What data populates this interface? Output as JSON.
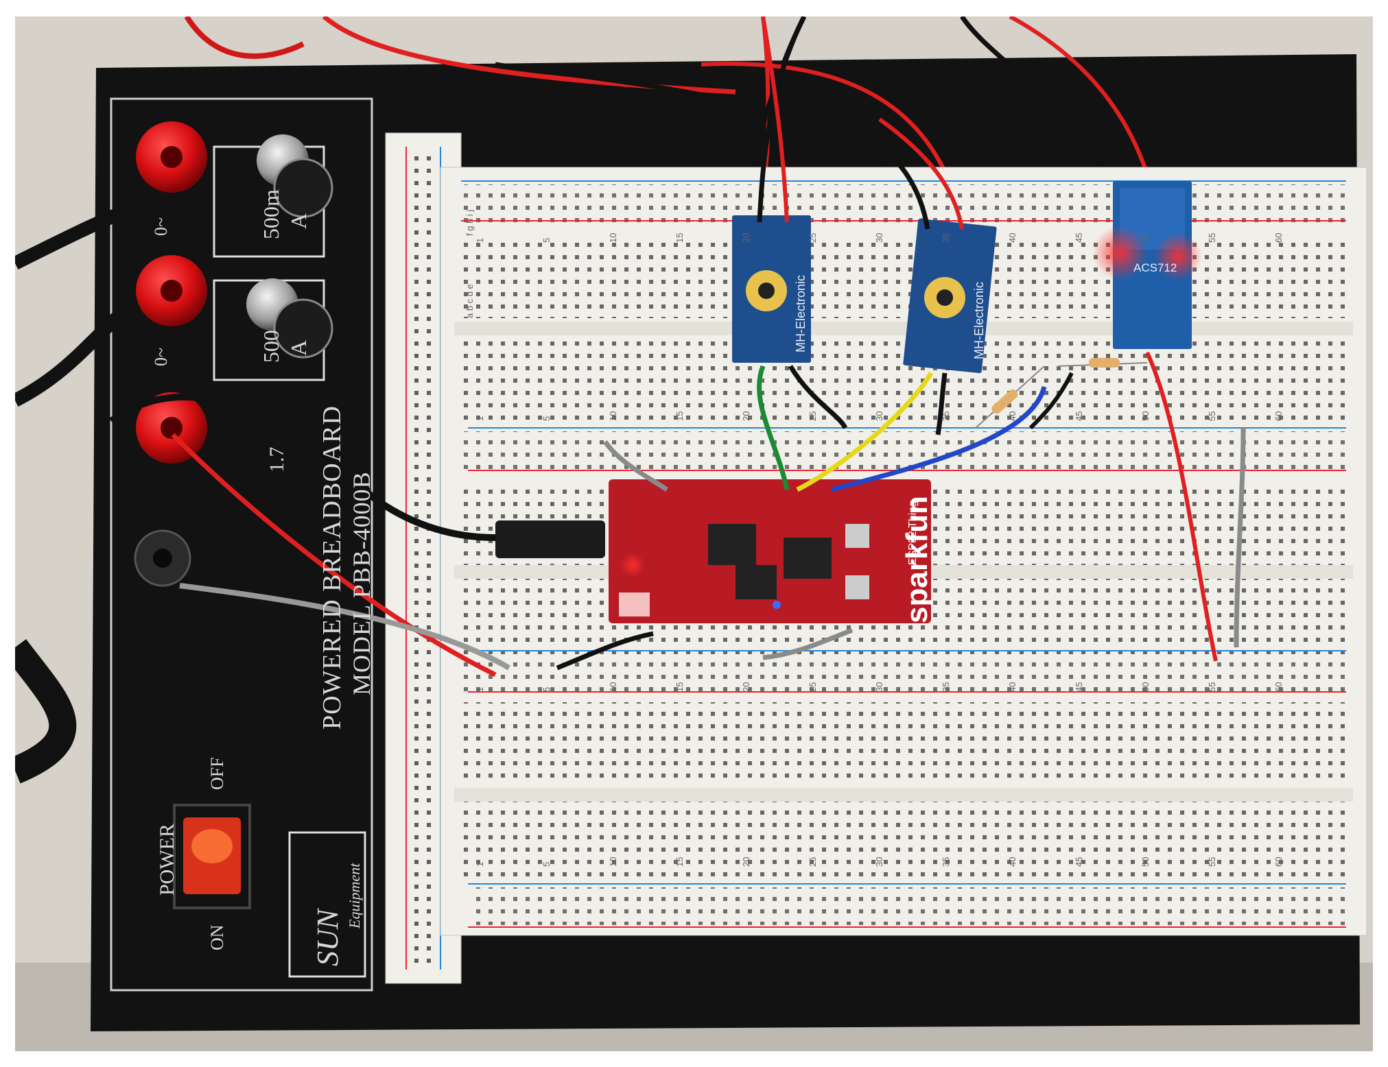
{
  "psu": {
    "knob1_label_a": "500m",
    "knob1_label_b": "A",
    "knob2_label_a": "500",
    "knob2_label_b": "A",
    "terminal1_label": "0~",
    "terminal2_label": "0~",
    "terminal3_label": "1.7",
    "title_line1": "POWERED BREADBOARD",
    "title_line2": "MODEL PBB-4000B",
    "power_label": "POWER",
    "on_label": "ON",
    "off_label": "OFF",
    "brand_label": "SUN",
    "brand_sub": "Equipment"
  },
  "sensors": {
    "sensor1_label": "MH-Electronic",
    "sensor2_label": "MH-Electronic",
    "current_sensor_label": "ACS712"
  },
  "board": {
    "brand": "sparkfun",
    "model": "ESP32 Thing"
  },
  "breadboard": {
    "col_numbers": [
      "1",
      "5",
      "10",
      "15",
      "20",
      "25",
      "30",
      "35",
      "40",
      "45",
      "50",
      "55",
      "60"
    ],
    "row_letters_top": "a b c d e",
    "row_letters_bottom": "f g h i j"
  },
  "colors": {
    "psu_body": "#121212",
    "breadboard": "#f1efe9",
    "terminal_red": "#d80f12",
    "sensor_blue": "#1f4e8f",
    "esp32_red": "#b81b24",
    "wire_red": "#e02020",
    "wire_black": "#111111",
    "wire_green": "#1a8a35",
    "wire_yellow": "#e8d81a",
    "wire_blue": "#2247c8",
    "wire_gray": "#8a8a8a"
  }
}
